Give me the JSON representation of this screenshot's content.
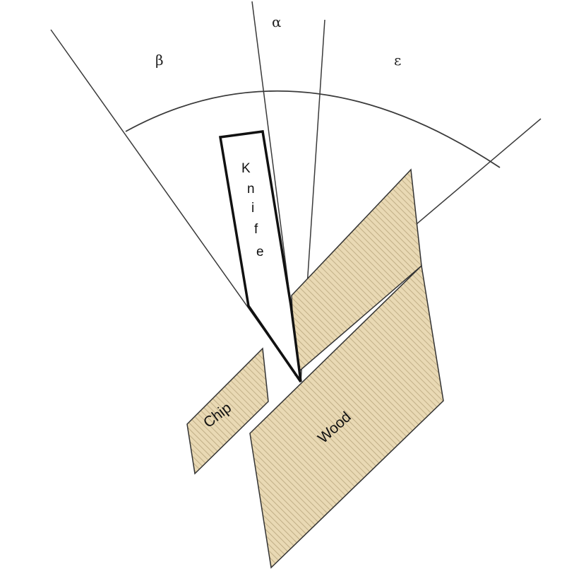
{
  "colors": {
    "wood_fill": "#e9d9b4",
    "wood_stripe": "#b8a57c",
    "line": "#3a3a3a",
    "knife_outline": "#111111"
  },
  "angles": {
    "beta": "β",
    "alpha": "α",
    "epsilon": "ε"
  },
  "knife": {
    "letters": [
      "K",
      "n",
      "i",
      "f",
      "e"
    ]
  },
  "blocks": {
    "chip": "Chip",
    "wood": "Wood"
  }
}
